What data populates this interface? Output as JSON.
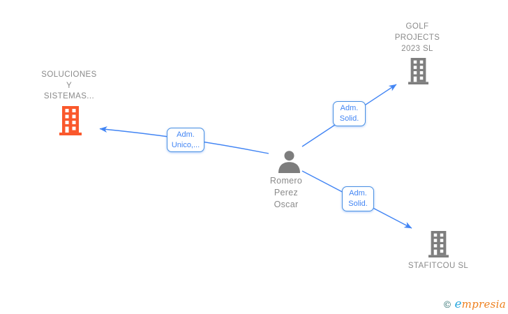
{
  "colors": {
    "link_blue": "#4285f4",
    "label_border_blue": "#4a90e2",
    "label_text_blue": "#4285f4",
    "node_text_gray": "#8a8a8a",
    "company_icon_gray": "#7e7e7e",
    "company_icon_orange": "#fa582c",
    "person_icon_gray": "#7d7d7d",
    "logo_copyright_teal": "#2d6e6e",
    "logo_e_blue": "#29a8df",
    "logo_rest_orange": "#ee7f1d"
  },
  "nodes": {
    "soluciones": {
      "type": "company",
      "name": "SOLUCIONES Y SISTEMAS...",
      "lines": [
        "SOLUCIONES",
        "Y",
        "SISTEMAS..."
      ]
    },
    "golf": {
      "type": "company",
      "name": "GOLF PROJECTS 2023 SL",
      "lines": [
        "GOLF",
        "PROJECTS",
        "2023 SL"
      ]
    },
    "person": {
      "type": "person",
      "name": "Romero Perez Oscar",
      "lines": [
        "Romero",
        "Perez",
        "Oscar"
      ]
    },
    "stafitcou": {
      "type": "company",
      "name": "STAFITCOU SL",
      "lines": [
        "STAFITCOU SL"
      ]
    }
  },
  "edges": [
    {
      "from": "Romero Perez Oscar",
      "to": "SOLUCIONES Y SISTEMAS...",
      "label_lines": [
        "Adm.",
        "Unico,..."
      ]
    },
    {
      "from": "Romero Perez Oscar",
      "to": "GOLF PROJECTS 2023 SL",
      "label_lines": [
        "Adm.",
        "Solid."
      ]
    },
    {
      "from": "Romero Perez Oscar",
      "to": "STAFITCOU SL",
      "label_lines": [
        "Adm.",
        "Solid."
      ]
    }
  ],
  "footer": {
    "copyright": "©",
    "brand_e": "e",
    "brand_rest": "mpresia"
  }
}
